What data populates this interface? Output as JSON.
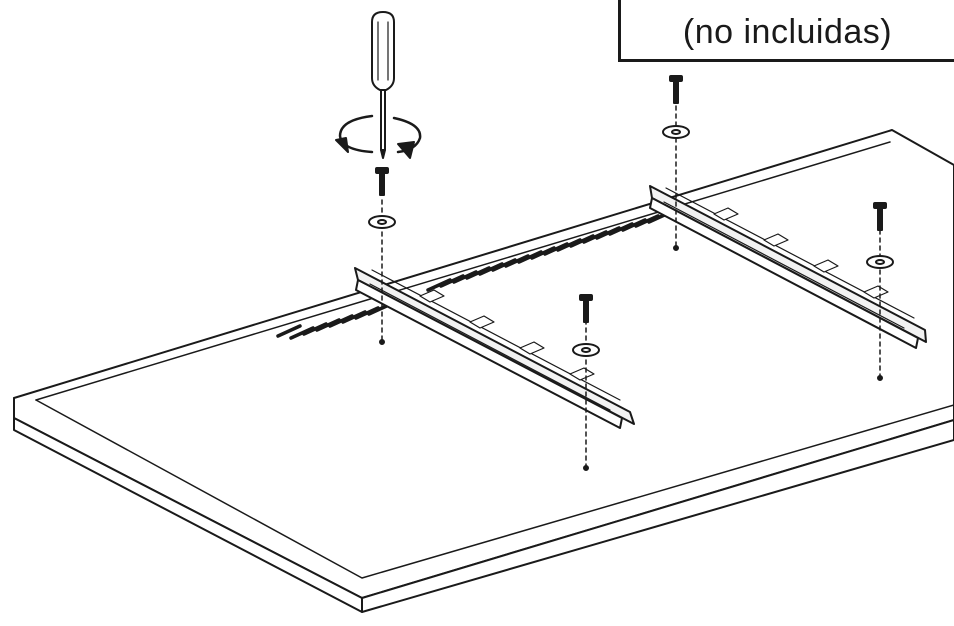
{
  "callout": {
    "text": "(no incluidas)"
  },
  "diagram": {
    "subject": "tv-back-panel",
    "parts": [
      "screwdriver-icon",
      "rotation-arrow-icon",
      "screw-icon",
      "washer-icon",
      "mounting-bracket",
      "vent-slots"
    ],
    "colors": {
      "line": "#1a1a1a",
      "fill": "#ffffff",
      "bracket_fill": "#f2f2f2"
    }
  }
}
